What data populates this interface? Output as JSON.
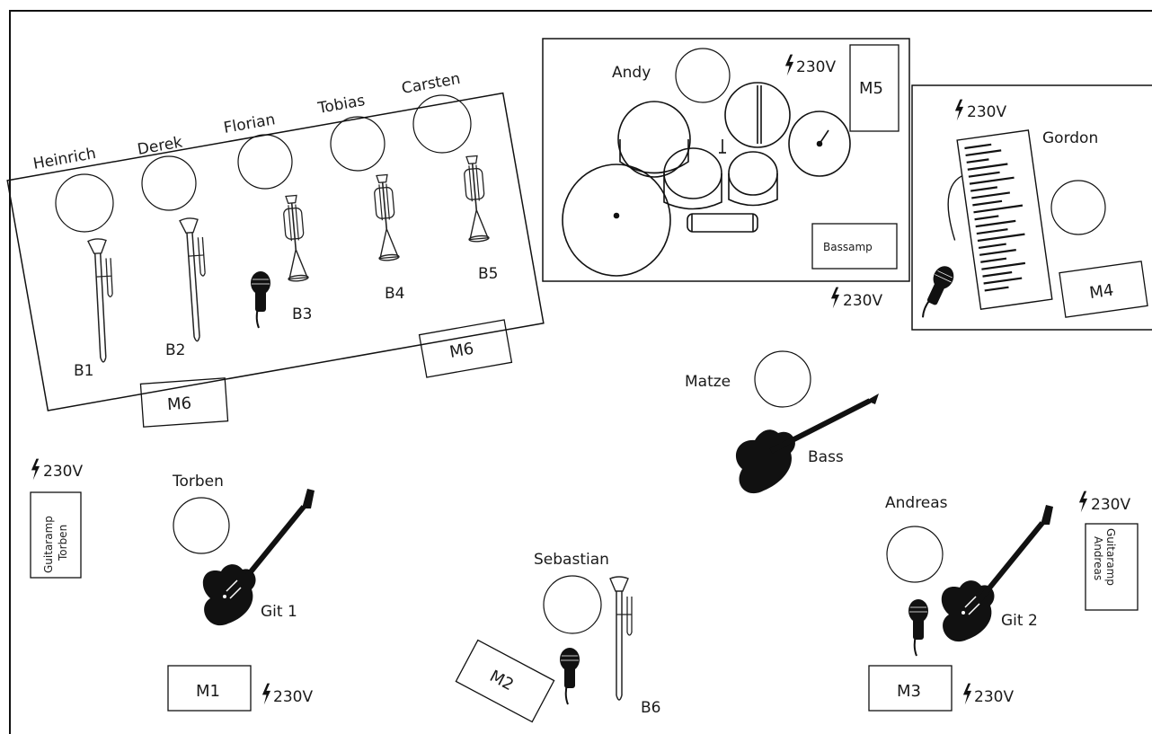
{
  "musicians": {
    "heinrich": "Heinrich",
    "derek": "Derek",
    "florian": "Florian",
    "tobias": "Tobias",
    "carsten": "Carsten",
    "andy": "Andy",
    "gordon": "Gordon",
    "matze": "Matze",
    "torben": "Torben",
    "sebastian": "Sebastian",
    "andreas": "Andreas"
  },
  "instruments": {
    "b1": "B1",
    "b2": "B2",
    "b3": "B3",
    "b4": "B4",
    "b5": "B5",
    "b6": "B6",
    "bass": "Bass",
    "git1": "Git 1",
    "git2": "Git 2"
  },
  "monitors": {
    "m1": "M1",
    "m2": "M2",
    "m3": "M3",
    "m4": "M4",
    "m5": "M5",
    "m6_left": "M6",
    "m6_right": "M6"
  },
  "amps": {
    "bassamp": "Bassamp",
    "guitaramp_torben_line1": "Guitaramp",
    "guitaramp_torben_line2": "Torben",
    "guitaramp_andreas_line1": "Guitaramp",
    "guitaramp_andreas_line2": "Andreas"
  },
  "power": {
    "drums": "230V",
    "keys": "230V",
    "center": "230V",
    "left": "230V",
    "right": "230V",
    "m1": "230V",
    "m3": "230V"
  }
}
